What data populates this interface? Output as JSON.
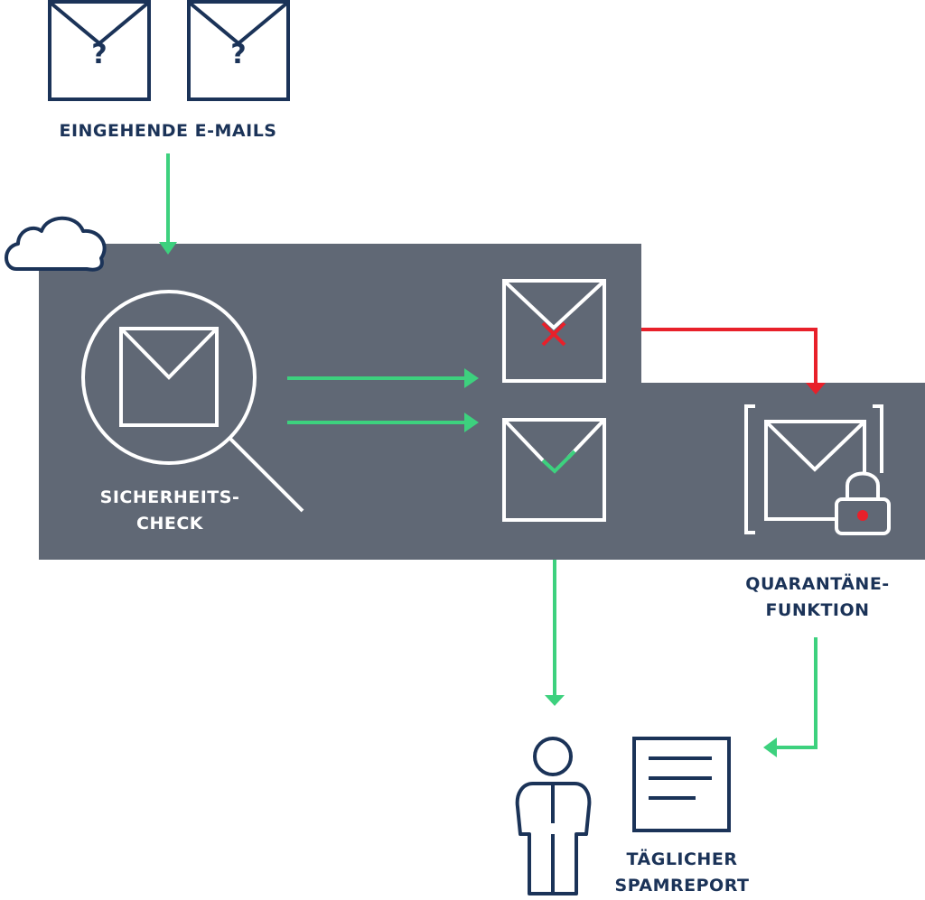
{
  "labels": {
    "incoming": "EINGEHENDE E-MAILS",
    "check_line1": "SICHERHEITS-",
    "check_line2": "CHECK",
    "quarantine_line1": "QUARANTÄNE-",
    "quarantine_line2": "FUNKTION",
    "report_line1": "TÄGLICHER",
    "report_line2": "SPAMREPORT"
  },
  "unknown_mark": "?",
  "colors": {
    "navy": "#1b3358",
    "panel": "#606875",
    "green": "#3dd17e",
    "red": "#e8202a",
    "white": "#ffffff"
  },
  "icons": {
    "incoming_mails": [
      "envelope-question-icon",
      "envelope-question-icon"
    ],
    "cloud": "cloud-icon",
    "scanner": "magnifier-envelope-icon",
    "rejected": "envelope-cross-icon",
    "accepted": "envelope-check-icon",
    "quarantine": "locked-envelope-icon",
    "user": "person-icon",
    "report": "document-icon"
  }
}
